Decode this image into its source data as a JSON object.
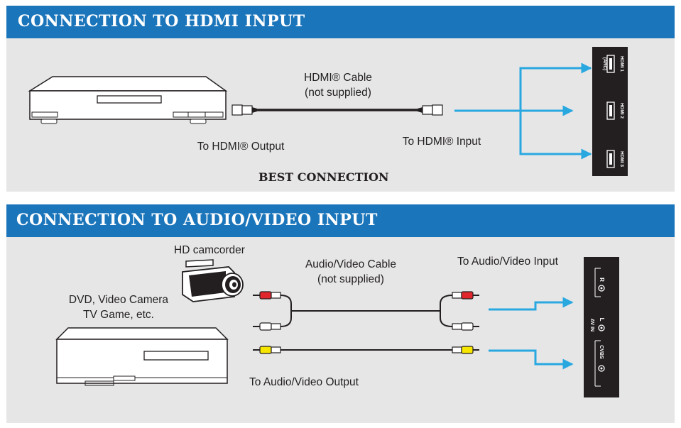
{
  "hdmi_section": {
    "title": "CONNECTION TO HDMI INPUT",
    "cable_label_line1": "HDMI® Cable",
    "cable_label_line2": "(not supplied)",
    "output_label": "To HDMI® Output",
    "input_label": "To HDMI® Input",
    "note": "BEST CONNECTION",
    "tv_ports": [
      {
        "name": "HDMI 1",
        "sub": "(ARC)"
      },
      {
        "name": "HDMI 2",
        "sub": ""
      },
      {
        "name": "HDMI 3",
        "sub": ""
      }
    ]
  },
  "av_section": {
    "title": "CONNECTION TO AUDIO/VIDEO INPUT",
    "camcorder_label": "HD camcorder",
    "device_label_line1": "DVD, Video Camera",
    "device_label_line2": "TV Game, etc.",
    "cable_label_line1": "Audio/Video Cable",
    "cable_label_line2": "(not supplied)",
    "input_label": "To Audio/Video Input",
    "output_label": "To Audio/Video Output",
    "tv_ports": {
      "r": "R",
      "l": "L",
      "av_in": "AV IN",
      "cvbs": "CVBS"
    }
  },
  "colors": {
    "header_blue": "#1b75bb",
    "panel_gray": "#e6e6e7",
    "arrow_blue": "#29a8e0",
    "plug_red": "#e0262c",
    "plug_yellow": "#f7e600"
  }
}
